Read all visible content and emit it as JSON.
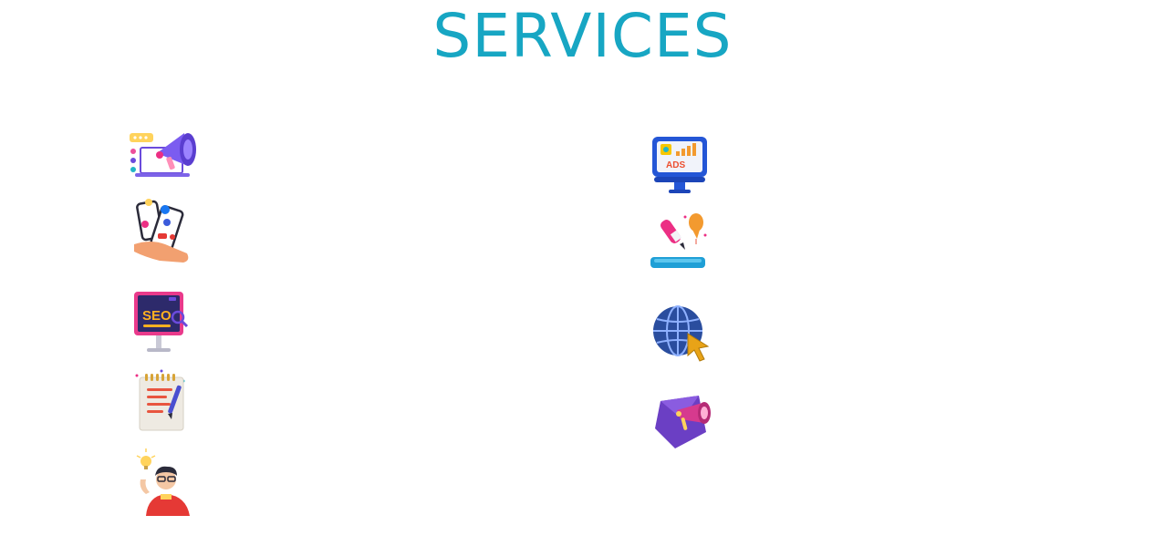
{
  "header": {
    "title": "SERVICES"
  },
  "colors": {
    "title": "#17a6c3",
    "purple": "#6b4bdc",
    "blue": "#2456d6",
    "pink": "#ec2f84",
    "orange": "#f39a2f",
    "teal": "#1f9fd6"
  },
  "services": {
    "left": [
      {
        "icon": "megaphone-laptop-icon",
        "seo_label": ""
      },
      {
        "icon": "social-media-phone-icon"
      },
      {
        "icon": "seo-monitor-icon",
        "seo_label": "SEO"
      },
      {
        "icon": "content-notepad-icon"
      },
      {
        "icon": "idea-person-icon"
      }
    ],
    "right": [
      {
        "icon": "ads-monitor-icon",
        "ads_label": "ADS"
      },
      {
        "icon": "design-pen-icon"
      },
      {
        "icon": "globe-cursor-icon"
      },
      {
        "icon": "email-megaphone-icon"
      }
    ]
  }
}
